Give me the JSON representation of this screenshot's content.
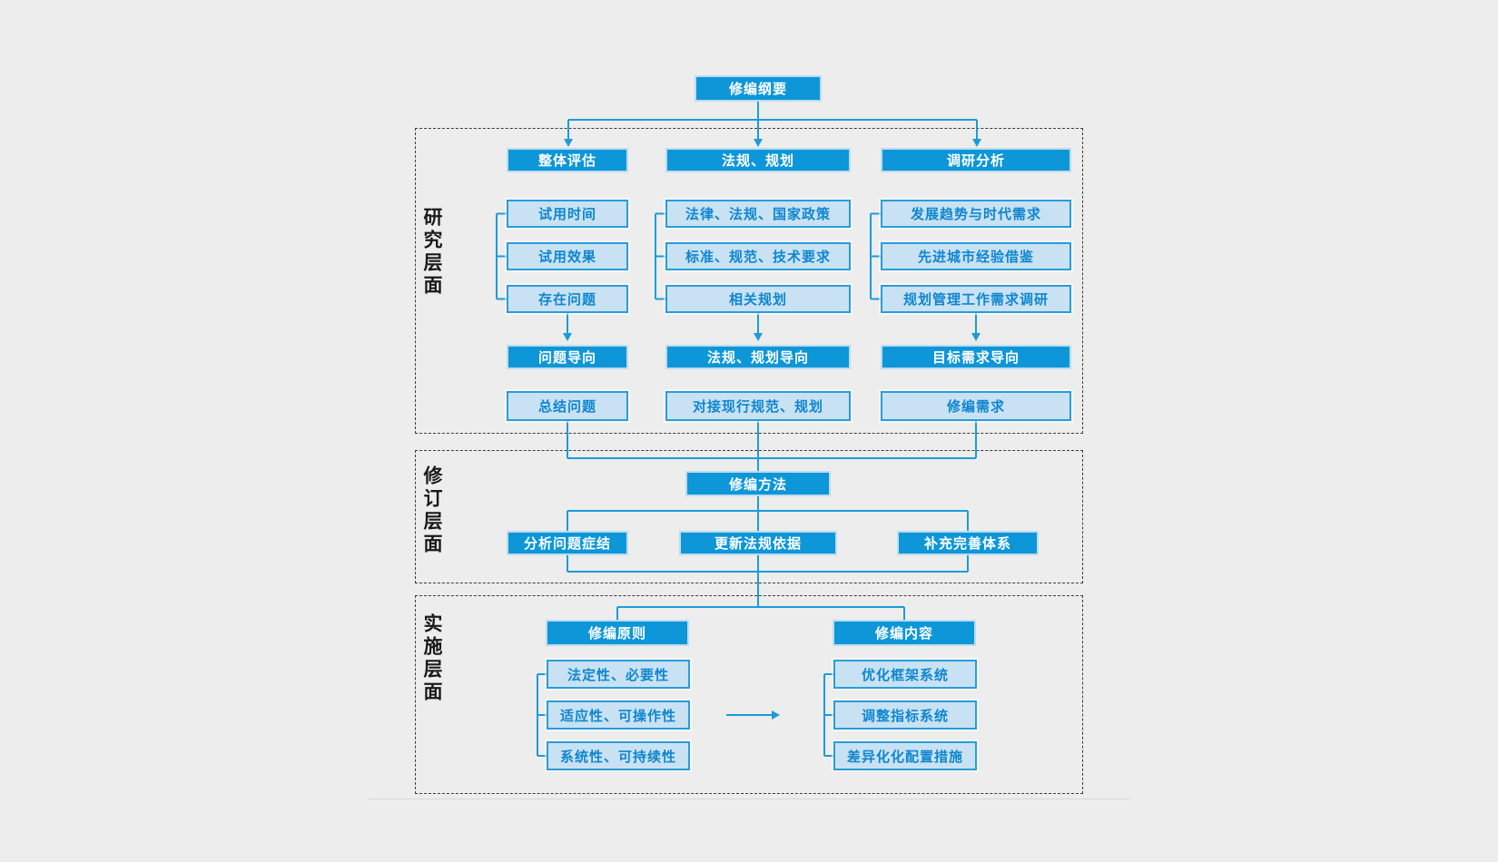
{
  "background": "#ededed",
  "colors": {
    "solid_box": "#0d96d8",
    "solid_box_halo": "#bcdcf0",
    "light_box_fill": "#c8e2f3",
    "light_box_border": "#2a9cd9",
    "light_box_text": "#0f86cf",
    "connector": "#1b9cd9",
    "section_border": "#3c3c3c",
    "label_text": "#1a1a1a"
  },
  "root": {
    "label": "修编纲要"
  },
  "sections": [
    {
      "label": "研究层面",
      "columns": [
        {
          "header": "整体评估",
          "items": [
            "试用时间",
            "试用效果",
            "存在问题"
          ],
          "orientation": "问题导向",
          "result": "总结问题"
        },
        {
          "header": "法规、规划",
          "items": [
            "法律、法规、国家政策",
            "标准、规范、技术要求",
            "相关规划"
          ],
          "orientation": "法规、规划导向",
          "result": "对接现行规范、规划"
        },
        {
          "header": "调研分析",
          "items": [
            "发展趋势与时代需求",
            "先进城市经验借鉴",
            "规划管理工作需求调研"
          ],
          "orientation": "目标需求导向",
          "result": "修编需求"
        }
      ]
    },
    {
      "label": "修订层面",
      "method": "修编方法",
      "branches": [
        "分析问题症结",
        "更新法规依据",
        "补充完善体系"
      ]
    },
    {
      "label": "实施层面",
      "groups": [
        {
          "header": "修编原则",
          "items": [
            "法定性、必要性",
            "适应性、可操作性",
            "系统性、可持续性"
          ]
        },
        {
          "header": "修编内容",
          "items": [
            "优化框架系统",
            "调整指标系统",
            "差异化化配置措施"
          ]
        }
      ]
    }
  ]
}
